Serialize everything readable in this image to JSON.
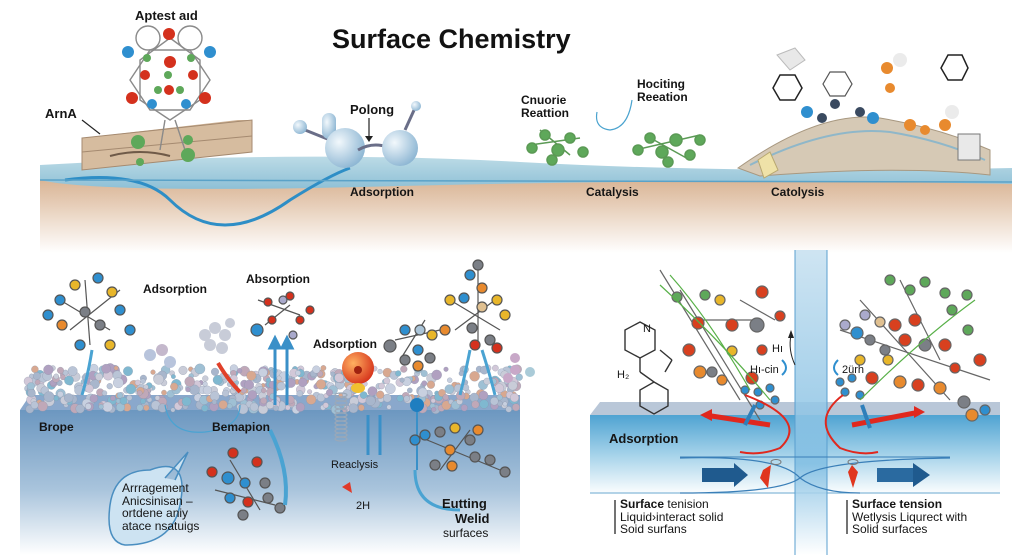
{
  "title": "Surface Chemistry",
  "colors": {
    "surface_tan": "#d9b596",
    "water_blue": "#8fc3d9",
    "substrate_blue": "#6f9ec4",
    "atom_red": "#d8401f",
    "atom_blue": "#2f8fcf",
    "atom_green": "#5ea85a",
    "atom_orange": "#e88a2e",
    "atom_yellow": "#e8b62a",
    "atom_gray": "#7b7f86",
    "arrow_red": "#e0281e",
    "arrow_navy": "#1f5a8e"
  },
  "top_panel": {
    "labels": {
      "aptest": "Aptest aıd",
      "arna": "ArnA",
      "polong": "Polong",
      "cnuorie": "Cnuorie\nReattion",
      "hociting": "Hociting\nReeation",
      "adsorption": "Adsorption",
      "catalysis": "Catalysis",
      "catolysis": "Catolysis"
    }
  },
  "bottom_left_panel": {
    "labels": {
      "adsorption_1": "Adsorption",
      "absorption": "Absorption",
      "adsorption_2": "Adsorption",
      "bropé": "Brope",
      "bemapion": "Bemapion",
      "reaclysis": "Reaclysis",
      "two_h": "2H",
      "bubble": "Arrragement\nAnicsinisan –\nortdene aniy\natace nsatuigs",
      "eutting_1": "Eutting",
      "eutting_2": "Welid",
      "eutting_3": "surfaces"
    }
  },
  "bottom_right_panel": {
    "labels": {
      "h1": "Hı",
      "hcin": "Hı-cin",
      "h2": "H₂",
      "n": "N",
      "zurh": "2ürh",
      "adsorption": "Adsorption",
      "left_note_title_bold": "Surface",
      "left_note_title_rest": " tenision",
      "left_note_line2": "Liquid›interact solid",
      "left_note_line3": "Soid surfans",
      "right_note_title": "Surface tension",
      "right_note_line2": "Wetlysis Liqurect with",
      "right_note_line3": "Solid surfaces"
    }
  }
}
